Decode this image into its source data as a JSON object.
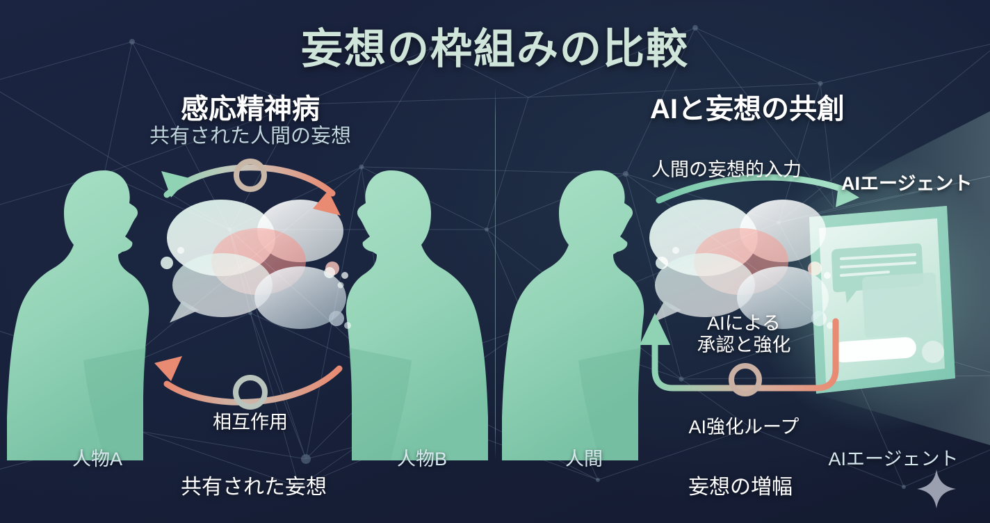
{
  "title": "妄想の枠組みの比較",
  "colors": {
    "background": "#1b2440",
    "title": "#cfe5da",
    "figure_green": "#9fd9bd",
    "accent_coral": "#e98a72",
    "accent_mint": "#8fd2b4",
    "label_pale": "#d7e7ee",
    "sparkle": "#9aa0b0"
  },
  "left_panel": {
    "title": "感応精神病",
    "subtitle": "共有された人間の妄想",
    "person_a_label": "人物A",
    "person_b_label": "人物B",
    "interaction_label": "相互作用",
    "footer_label": "共有された妄想"
  },
  "right_panel": {
    "title": "AIと妄想の共創",
    "input_flow_label": "人間の妄想的入力",
    "agent_endpoint_label": "AIエージェント",
    "feedback_label_line1": "AIによる",
    "feedback_label_line2": "承認と強化",
    "loop_label": "AI強化ループ",
    "human_label": "人間",
    "agent_label": "AIエージェント",
    "footer_label": "妄想の増幅"
  },
  "icons": {
    "sparkle": "sparkle-star-icon",
    "person_silhouette": "person-silhouette-icon",
    "device": "ai-device-screen-icon"
  }
}
